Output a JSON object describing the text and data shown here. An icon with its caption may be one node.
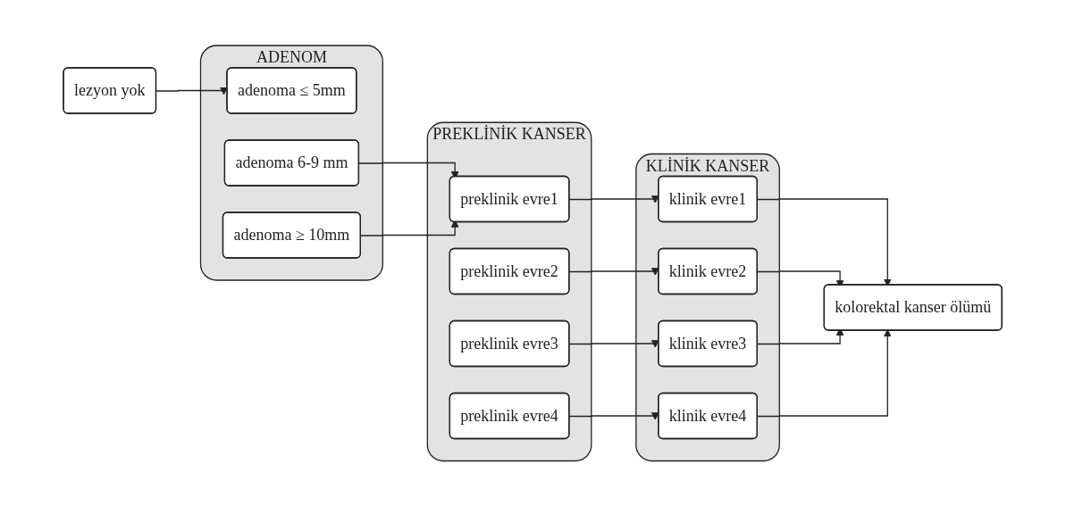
{
  "diagram": {
    "nodes": [
      {
        "text": [
          "lezyon yok"
        ]
      },
      {
        "text": [
          "ADENOM"
        ]
      },
      {
        "text": [
          "adenoma ≤ 5mm"
        ],
        "in": 1
      },
      {
        "text": [
          "adenoma 6-9 mm"
        ],
        "in": 1
      },
      {
        "text": [
          "adenoma ≥ 10mm"
        ],
        "in": 1
      },
      {
        "text": [
          "PREKLİNİK KANSER"
        ]
      },
      {
        "text": [
          "preklinik evre1"
        ],
        "in": 5
      },
      {
        "text": [
          "preklinik evre2"
        ],
        "in": 5
      },
      {
        "text": [
          "preklinik evre3"
        ],
        "in": 5
      },
      {
        "text": [
          "preklinik evre4"
        ],
        "in": 5
      },
      {
        "text": [
          "KLİNİK KANSER"
        ]
      },
      {
        "text": [
          "klinik evre1"
        ],
        "in": 10
      },
      {
        "text": [
          "klinik evre2"
        ],
        "in": 10
      },
      {
        "text": [
          "klinik evre3"
        ],
        "in": 10
      },
      {
        "text": [
          "klinik evre4"
        ],
        "in": 10
      },
      {
        "text": [
          "kolorektal kanser ölümü"
        ]
      }
    ],
    "edges": [
      {
        "from": 0,
        "to": 2,
        "arrow": "to"
      },
      {
        "from": 3,
        "to": 6,
        "arrow": "to"
      },
      {
        "from": 4,
        "to": 6,
        "arrow": "to"
      },
      {
        "from": 6,
        "to": 11,
        "arrow": "to"
      },
      {
        "from": 7,
        "to": 12,
        "arrow": "to"
      },
      {
        "from": 8,
        "to": 13,
        "arrow": "to"
      },
      {
        "from": 9,
        "to": 14,
        "arrow": "to"
      },
      {
        "from": 11,
        "to": 15,
        "arrow": "to"
      },
      {
        "from": 12,
        "to": 15,
        "arrow": "to"
      },
      {
        "from": 13,
        "to": 15,
        "arrow": "to"
      },
      {
        "from": 14,
        "to": 15,
        "arrow": "to"
      }
    ]
  }
}
